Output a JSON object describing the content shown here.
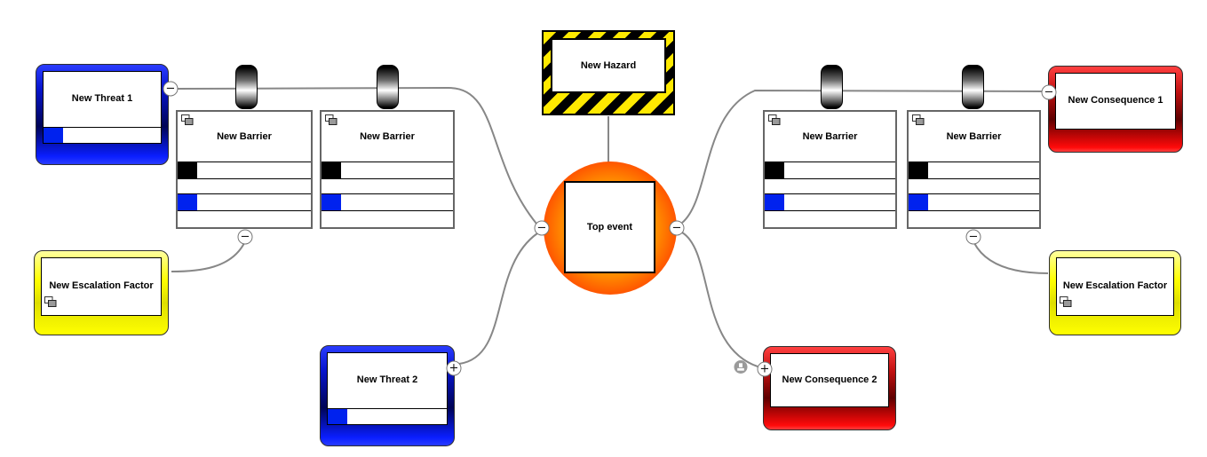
{
  "hazard": {
    "label": "New Hazard"
  },
  "top_event": {
    "label": "Top event"
  },
  "threats": [
    {
      "label": "New Threat 1"
    },
    {
      "label": "New Threat 2"
    }
  ],
  "consequences": [
    {
      "label": "New Consequence 1"
    },
    {
      "label": "New Consequence 2"
    }
  ],
  "escalation_factors": [
    {
      "label": "New Escalation Factor"
    },
    {
      "label": "New Escalation Factor"
    }
  ],
  "barriers": [
    {
      "label": "New Barrier"
    },
    {
      "label": "New Barrier"
    },
    {
      "label": "New Barrier"
    },
    {
      "label": "New Barrier"
    }
  ],
  "connector_buttons": {
    "minus": "−",
    "plus": "+"
  },
  "colors": {
    "threat_blue": "#0a1eff",
    "consequence_red": "#ff0000",
    "escalation_yellow": "#ffff00",
    "hazard_stripe_yellow": "#ffe900",
    "top_event_center_orange": "#ff8800",
    "top_event_edge_red": "#ff0000",
    "wire_gray": "#878787",
    "chip_black": "#000000",
    "chip_blue": "#0022ee"
  }
}
